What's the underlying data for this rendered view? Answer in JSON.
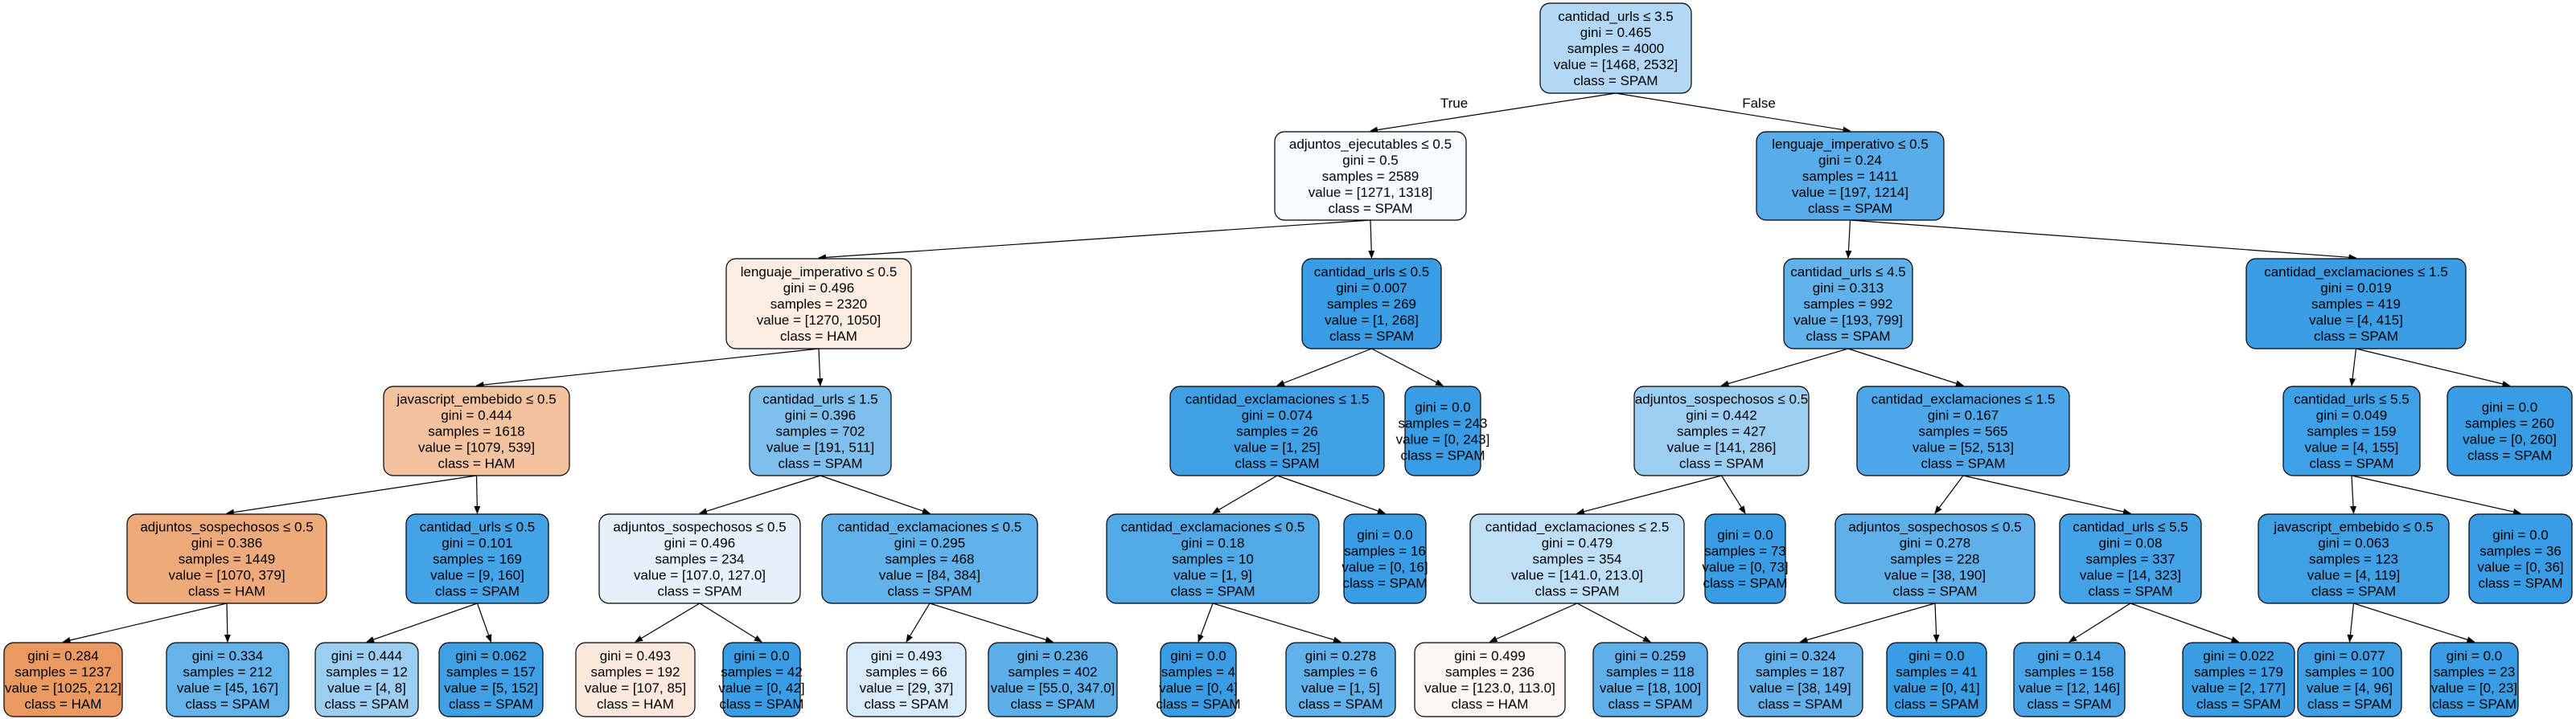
{
  "edge_labels": {
    "true_label": "True",
    "false_label": "False"
  },
  "nodes": [
    {
      "id": "n0",
      "fill": "#b2d8f5",
      "lines": [
        "cantidad_urls ≤ 3.5",
        "gini = 0.465",
        "samples = 4000",
        "value = [1468, 2532]",
        "class = SPAM"
      ]
    },
    {
      "id": "n1",
      "fill": "#f9fcfe",
      "lines": [
        "adjuntos_ejecutables ≤ 0.5",
        "gini = 0.5",
        "samples = 2589",
        "value = [1271, 1318]",
        "class = SPAM"
      ]
    },
    {
      "id": "n2",
      "fill": "#fcede2",
      "lines": [
        "lenguaje_imperativo ≤ 0.5",
        "gini = 0.496",
        "samples = 2320",
        "value = [1270, 1050]",
        "class = HAM"
      ]
    },
    {
      "id": "n3",
      "fill": "#f3c3a0",
      "lines": [
        "javascript_embebido ≤ 0.5",
        "gini = 0.444",
        "samples = 1618",
        "value = [1079, 539]",
        "class = HAM"
      ]
    },
    {
      "id": "n4",
      "fill": "#eeaa7a",
      "lines": [
        "adjuntos_sospechosos ≤ 0.5",
        "gini = 0.386",
        "samples = 1449",
        "value = [1070, 379]",
        "class = HAM"
      ]
    },
    {
      "id": "n5",
      "fill": "#ea9a61",
      "lines": [
        "gini = 0.284",
        "samples = 1237",
        "value = [1025, 212]",
        "class = HAM"
      ]
    },
    {
      "id": "n6",
      "fill": "#65b3eb",
      "lines": [
        "gini = 0.334",
        "samples = 212",
        "value = [45, 167]",
        "class = SPAM"
      ]
    },
    {
      "id": "n7",
      "fill": "#45a3e7",
      "lines": [
        "cantidad_urls ≤ 0.5",
        "gini = 0.101",
        "samples = 169",
        "value = [9, 160]",
        "class = SPAM"
      ]
    },
    {
      "id": "n8",
      "fill": "#9ccef2",
      "lines": [
        "gini = 0.444",
        "samples = 12",
        "value = [4, 8]",
        "class = SPAM"
      ]
    },
    {
      "id": "n9",
      "fill": "#40a0e6",
      "lines": [
        "gini = 0.062",
        "samples = 157",
        "value = [5, 152]",
        "class = SPAM"
      ]
    },
    {
      "id": "n10",
      "fill": "#7fbfee",
      "lines": [
        "cantidad_urls ≤ 1.5",
        "gini = 0.396",
        "samples = 702",
        "value = [191, 511]",
        "class = SPAM"
      ]
    },
    {
      "id": "n11",
      "fill": "#e4f1fb",
      "lines": [
        "adjuntos_sospechosos ≤ 0.5",
        "gini = 0.496",
        "samples = 234",
        "value = [107.0, 127.0]",
        "class = SPAM"
      ]
    },
    {
      "id": "n12",
      "fill": "#fbe9dd",
      "lines": [
        "gini = 0.493",
        "samples = 192",
        "value = [107, 85]",
        "class = HAM"
      ]
    },
    {
      "id": "n13",
      "fill": "#399de5",
      "lines": [
        "gini = 0.0",
        "samples = 42",
        "value = [0, 42]",
        "class = SPAM"
      ]
    },
    {
      "id": "n14",
      "fill": "#61b1ea",
      "lines": [
        "cantidad_exclamaciones ≤ 0.5",
        "gini = 0.295",
        "samples = 468",
        "value = [84, 384]",
        "class = SPAM"
      ]
    },
    {
      "id": "n15",
      "fill": "#d7ebfa",
      "lines": [
        "gini = 0.493",
        "samples = 66",
        "value = [29, 37]",
        "class = SPAM"
      ]
    },
    {
      "id": "n16",
      "fill": "#5dafea",
      "lines": [
        "gini = 0.236",
        "samples = 402",
        "value = [55.0, 347.0]",
        "class = SPAM"
      ]
    },
    {
      "id": "n17",
      "fill": "#399de5",
      "lines": [
        "cantidad_urls ≤ 0.5",
        "gini = 0.007",
        "samples = 269",
        "value = [1, 268]",
        "class = SPAM"
      ]
    },
    {
      "id": "n18",
      "fill": "#3fa0e6",
      "lines": [
        "cantidad_exclamaciones ≤ 1.5",
        "gini = 0.074",
        "samples = 26",
        "value = [1, 25]",
        "class = SPAM"
      ]
    },
    {
      "id": "n19",
      "fill": "#52a9e8",
      "lines": [
        "cantidad_exclamaciones ≤ 0.5",
        "gini = 0.18",
        "samples = 10",
        "value = [1, 9]",
        "class = SPAM"
      ]
    },
    {
      "id": "n20",
      "fill": "#399de5",
      "lines": [
        "gini = 0.0",
        "samples = 4",
        "value = [0, 4]",
        "class = SPAM"
      ]
    },
    {
      "id": "n21",
      "fill": "#61b1ea",
      "lines": [
        "gini = 0.278",
        "samples = 6",
        "value = [1, 5]",
        "class = SPAM"
      ]
    },
    {
      "id": "n22",
      "fill": "#399de5",
      "lines": [
        "gini = 0.0",
        "samples = 16",
        "value = [0, 16]",
        "class = SPAM"
      ]
    },
    {
      "id": "n23",
      "fill": "#399de5",
      "lines": [
        "gini = 0.0",
        "samples = 243",
        "value = [0, 243]",
        "class = SPAM"
      ]
    },
    {
      "id": "n24",
      "fill": "#57ace9",
      "lines": [
        "lenguaje_imperativo ≤ 0.5",
        "gini = 0.24",
        "samples = 1411",
        "value = [197, 1214]",
        "class = SPAM"
      ]
    },
    {
      "id": "n25",
      "fill": "#61b1ea",
      "lines": [
        "cantidad_urls ≤ 4.5",
        "gini = 0.313",
        "samples = 992",
        "value = [193, 799]",
        "class = SPAM"
      ]
    },
    {
      "id": "n26",
      "fill": "#9ccef2",
      "lines": [
        "adjuntos_sospechosos ≤ 0.5",
        "gini = 0.442",
        "samples = 427",
        "value = [141, 286]",
        "class = SPAM"
      ]
    },
    {
      "id": "n27",
      "fill": "#bfdff7",
      "lines": [
        "cantidad_exclamaciones ≤ 2.5",
        "gini = 0.479",
        "samples = 354",
        "value = [141.0, 213.0]",
        "class = SPAM"
      ]
    },
    {
      "id": "n28",
      "fill": "#fdf6f1",
      "lines": [
        "gini = 0.499",
        "samples = 236",
        "value = [123.0, 113.0]",
        "class = HAM"
      ]
    },
    {
      "id": "n29",
      "fill": "#5eafea",
      "lines": [
        "gini = 0.259",
        "samples = 118",
        "value = [18, 100]",
        "class = SPAM"
      ]
    },
    {
      "id": "n30",
      "fill": "#399de5",
      "lines": [
        "gini = 0.0",
        "samples = 73",
        "value = [0, 73]",
        "class = SPAM"
      ]
    },
    {
      "id": "n31",
      "fill": "#4ea7e8",
      "lines": [
        "cantidad_exclamaciones ≤ 1.5",
        "gini = 0.167",
        "samples = 565",
        "value = [52, 513]",
        "class = SPAM"
      ]
    },
    {
      "id": "n32",
      "fill": "#5eafea",
      "lines": [
        "adjuntos_sospechosos ≤ 0.5",
        "gini = 0.278",
        "samples = 228",
        "value = [38, 190]",
        "class = SPAM"
      ]
    },
    {
      "id": "n33",
      "fill": "#62b1ea",
      "lines": [
        "gini = 0.324",
        "samples = 187",
        "value = [38, 149]",
        "class = SPAM"
      ]
    },
    {
      "id": "n34",
      "fill": "#399de5",
      "lines": [
        "gini = 0.0",
        "samples = 41",
        "value = [0, 41]",
        "class = SPAM"
      ]
    },
    {
      "id": "n35",
      "fill": "#44a2e6",
      "lines": [
        "cantidad_urls ≤ 5.5",
        "gini = 0.08",
        "samples = 337",
        "value = [14, 323]",
        "class = SPAM"
      ]
    },
    {
      "id": "n36",
      "fill": "#4aa5e7",
      "lines": [
        "gini = 0.14",
        "samples = 158",
        "value = [12, 146]",
        "class = SPAM"
      ]
    },
    {
      "id": "n37",
      "fill": "#3b9ee5",
      "lines": [
        "gini = 0.022",
        "samples = 179",
        "value = [2, 177]",
        "class = SPAM"
      ]
    },
    {
      "id": "n38",
      "fill": "#3b9ee5",
      "lines": [
        "cantidad_exclamaciones ≤ 1.5",
        "gini = 0.019",
        "samples = 419",
        "value = [4, 415]",
        "class = SPAM"
      ]
    },
    {
      "id": "n39",
      "fill": "#3ea0e6",
      "lines": [
        "cantidad_urls ≤ 5.5",
        "gini = 0.049",
        "samples = 159",
        "value = [4, 155]",
        "class = SPAM"
      ]
    },
    {
      "id": "n40",
      "fill": "#3fa0e6",
      "lines": [
        "javascript_embebido ≤ 0.5",
        "gini = 0.063",
        "samples = 123",
        "value = [4, 119]",
        "class = SPAM"
      ]
    },
    {
      "id": "n41",
      "fill": "#3fa0e6",
      "lines": [
        "gini = 0.077",
        "samples = 100",
        "value = [4, 96]",
        "class = SPAM"
      ]
    },
    {
      "id": "n42",
      "fill": "#399de5",
      "lines": [
        "gini = 0.0",
        "samples = 23",
        "value = [0, 23]",
        "class = SPAM"
      ]
    },
    {
      "id": "n43",
      "fill": "#399de5",
      "lines": [
        "gini = 0.0",
        "samples = 36",
        "value = [0, 36]",
        "class = SPAM"
      ]
    },
    {
      "id": "n44",
      "fill": "#399de5",
      "lines": [
        "gini = 0.0",
        "samples = 260",
        "value = [0, 260]",
        "class = SPAM"
      ]
    }
  ],
  "edges": [
    [
      "n0",
      "n1"
    ],
    [
      "n0",
      "n24"
    ],
    [
      "n1",
      "n2"
    ],
    [
      "n1",
      "n17"
    ],
    [
      "n2",
      "n3"
    ],
    [
      "n2",
      "n10"
    ],
    [
      "n3",
      "n4"
    ],
    [
      "n3",
      "n7"
    ],
    [
      "n4",
      "n5"
    ],
    [
      "n4",
      "n6"
    ],
    [
      "n7",
      "n8"
    ],
    [
      "n7",
      "n9"
    ],
    [
      "n10",
      "n11"
    ],
    [
      "n10",
      "n14"
    ],
    [
      "n11",
      "n12"
    ],
    [
      "n11",
      "n13"
    ],
    [
      "n14",
      "n15"
    ],
    [
      "n14",
      "n16"
    ],
    [
      "n17",
      "n18"
    ],
    [
      "n17",
      "n23"
    ],
    [
      "n18",
      "n19"
    ],
    [
      "n18",
      "n22"
    ],
    [
      "n19",
      "n20"
    ],
    [
      "n19",
      "n21"
    ],
    [
      "n24",
      "n25"
    ],
    [
      "n24",
      "n38"
    ],
    [
      "n25",
      "n26"
    ],
    [
      "n25",
      "n31"
    ],
    [
      "n26",
      "n27"
    ],
    [
      "n26",
      "n30"
    ],
    [
      "n27",
      "n28"
    ],
    [
      "n27",
      "n29"
    ],
    [
      "n31",
      "n32"
    ],
    [
      "n31",
      "n35"
    ],
    [
      "n32",
      "n33"
    ],
    [
      "n32",
      "n34"
    ],
    [
      "n35",
      "n36"
    ],
    [
      "n35",
      "n37"
    ],
    [
      "n38",
      "n39"
    ],
    [
      "n38",
      "n44"
    ],
    [
      "n39",
      "n40"
    ],
    [
      "n39",
      "n43"
    ],
    [
      "n40",
      "n41"
    ],
    [
      "n40",
      "n42"
    ]
  ]
}
